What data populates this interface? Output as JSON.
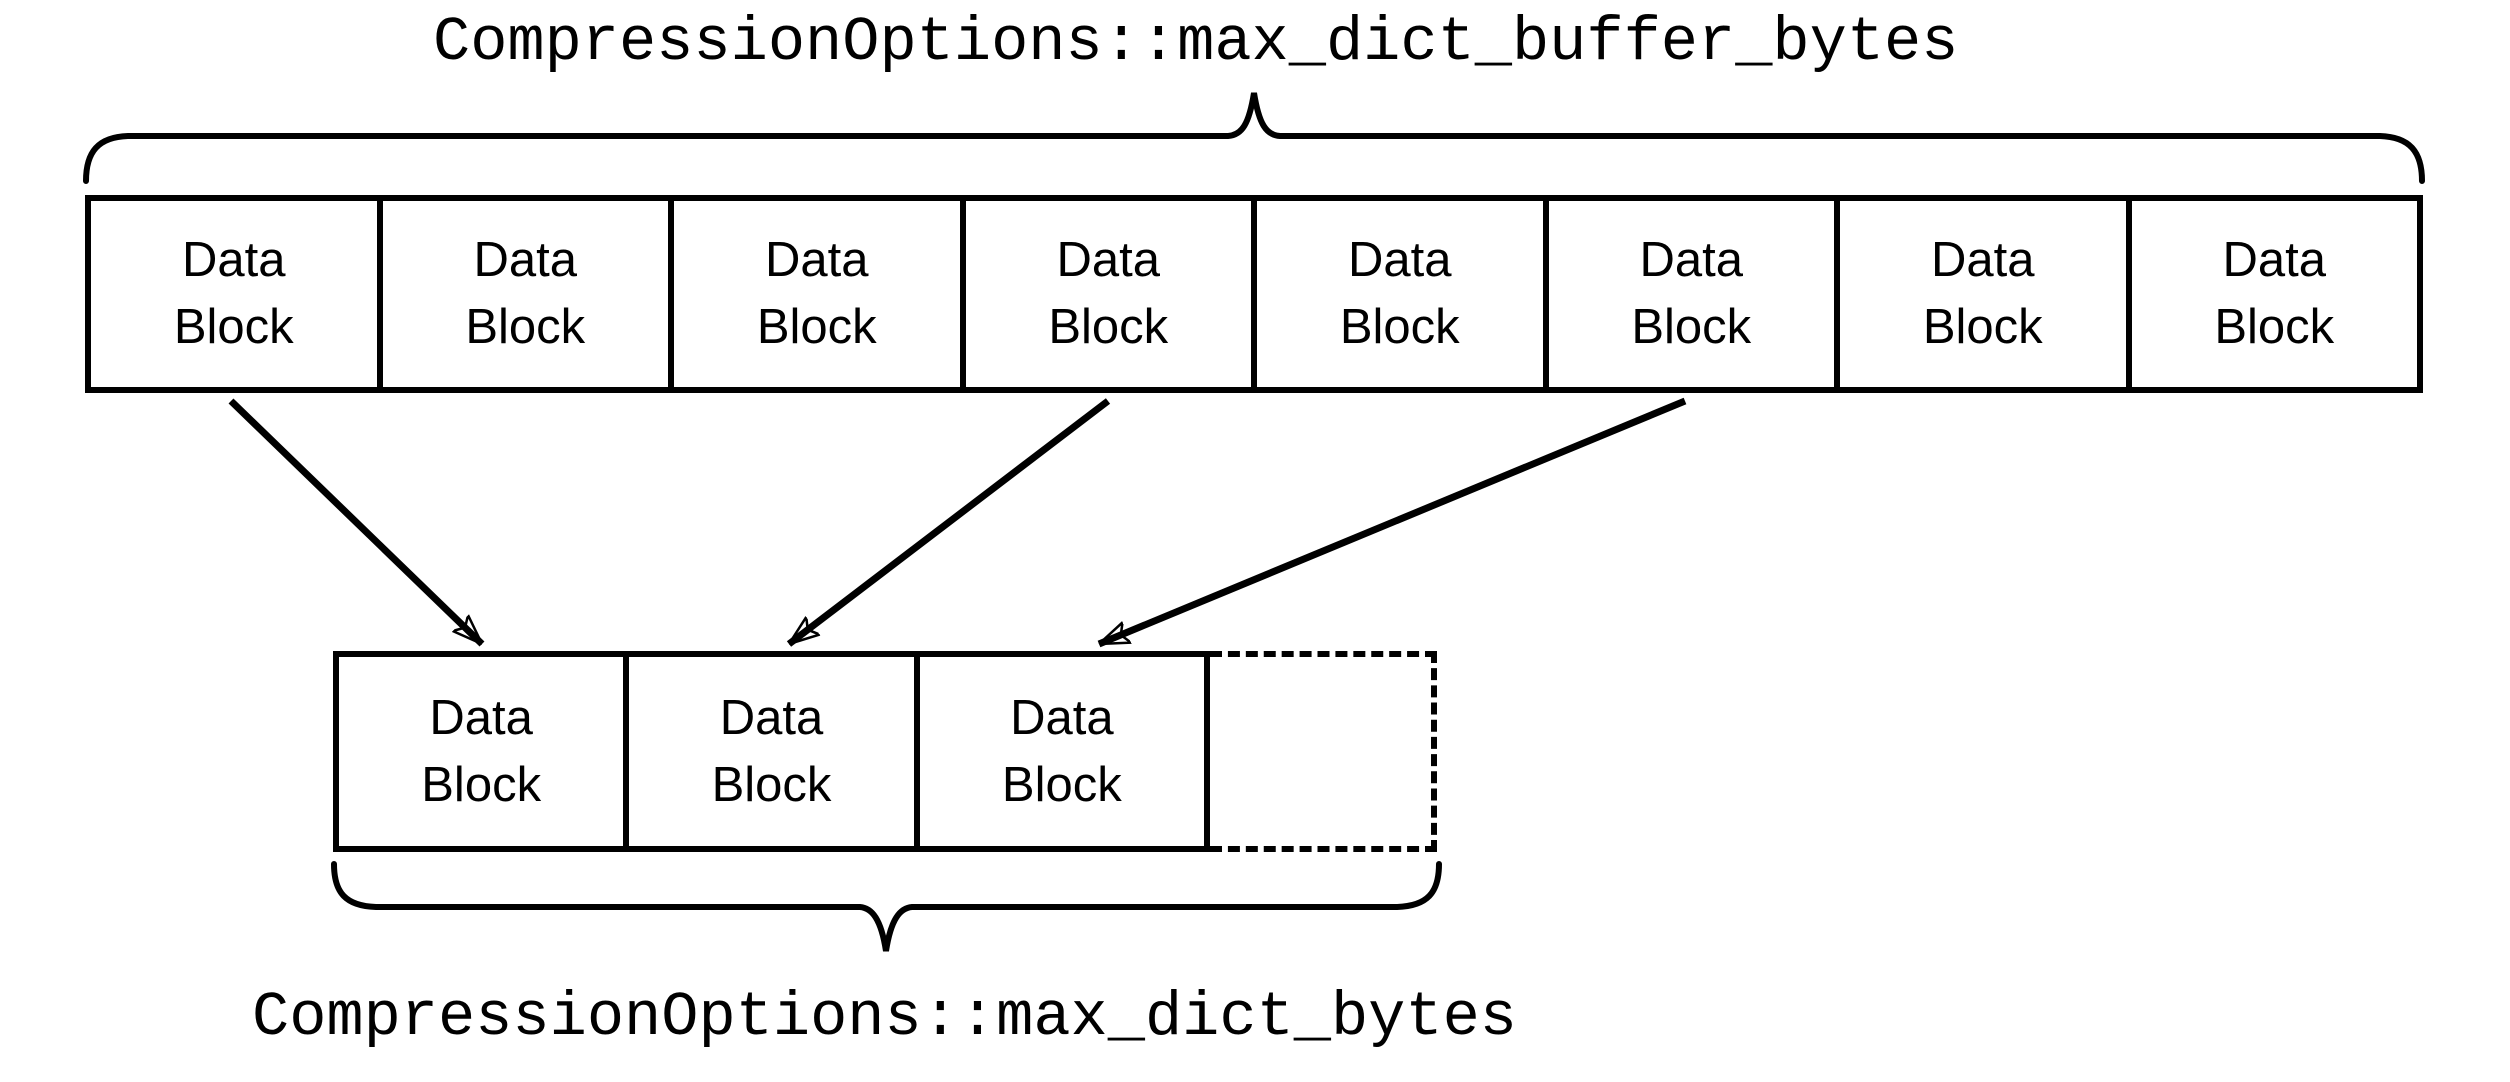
{
  "colors": {
    "ink": "#000000",
    "background": "#ffffff"
  },
  "labels": {
    "top_brace_label": "CompressionOptions::max_dict_buffer_bytes",
    "bottom_brace_label": "CompressionOptions::max_dict_bytes"
  },
  "top_row": {
    "blocks": [
      {
        "label": "Data\nBlock"
      },
      {
        "label": "Data\nBlock"
      },
      {
        "label": "Data\nBlock"
      },
      {
        "label": "Data\nBlock"
      },
      {
        "label": "Data\nBlock"
      },
      {
        "label": "Data\nBlock"
      },
      {
        "label": "Data\nBlock"
      },
      {
        "label": "Data\nBlock"
      }
    ]
  },
  "bottom_row": {
    "blocks": [
      {
        "label": "Data\nBlock"
      },
      {
        "label": "Data\nBlock"
      },
      {
        "label": "Data\nBlock"
      }
    ],
    "dashed_block_label": ""
  },
  "arrows": [
    {
      "from_top_block": 1,
      "to_bottom_block": 1
    },
    {
      "from_top_block": 4,
      "to_bottom_block": 2
    },
    {
      "from_top_block": 6,
      "to_bottom_block": 3
    }
  ]
}
